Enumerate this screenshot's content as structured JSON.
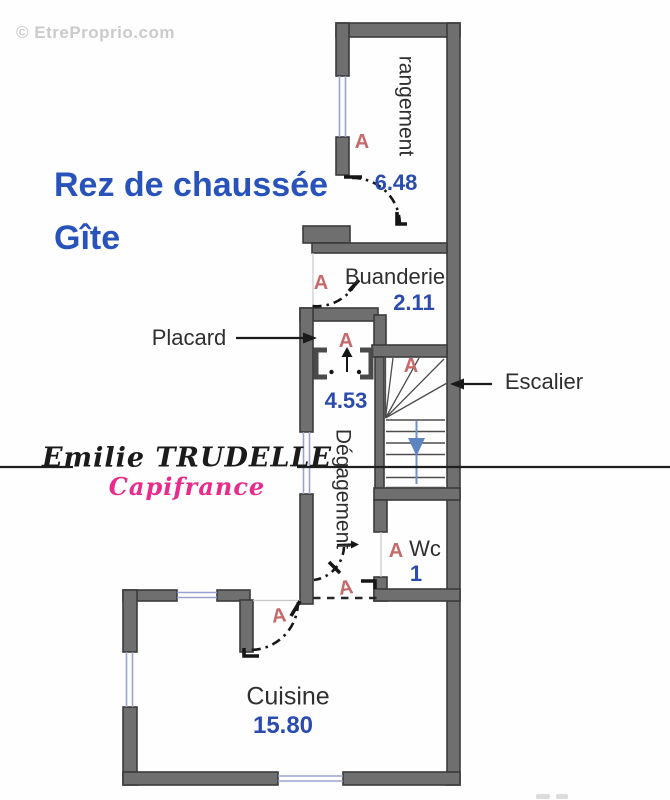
{
  "watermark": "© EtreProprio.com",
  "title": {
    "line1": "Rez de chaussée",
    "line2": "Gîte"
  },
  "signature": {
    "agent_name": "Emilie TRUDELLE",
    "brand": "Capifrance"
  },
  "door_label": "A",
  "rooms": {
    "rangement": {
      "name": "rangement",
      "area": "6.48"
    },
    "buanderie": {
      "name": "Buanderie",
      "area": "2.11"
    },
    "placard": {
      "name": "Placard"
    },
    "degagement": {
      "name": "Dégagement",
      "area": "4.53"
    },
    "escalier": {
      "name": "Escalier"
    },
    "wc": {
      "name": "Wc",
      "area": "1"
    },
    "cuisine": {
      "name": "Cuisine",
      "area": "15.80"
    }
  },
  "colors": {
    "wall_fill": "#6f6f6f",
    "wall_outline": "#3b3b3b",
    "title_blue": "#2853bb",
    "area_blue": "#2b4cae",
    "door_red": "#c7686a",
    "brand_pink": "#e82b8c",
    "window_line": "#9aa3cf",
    "stair_arrow_blue": "#5c84c0",
    "watermark_gray": "#cbcbcb"
  }
}
